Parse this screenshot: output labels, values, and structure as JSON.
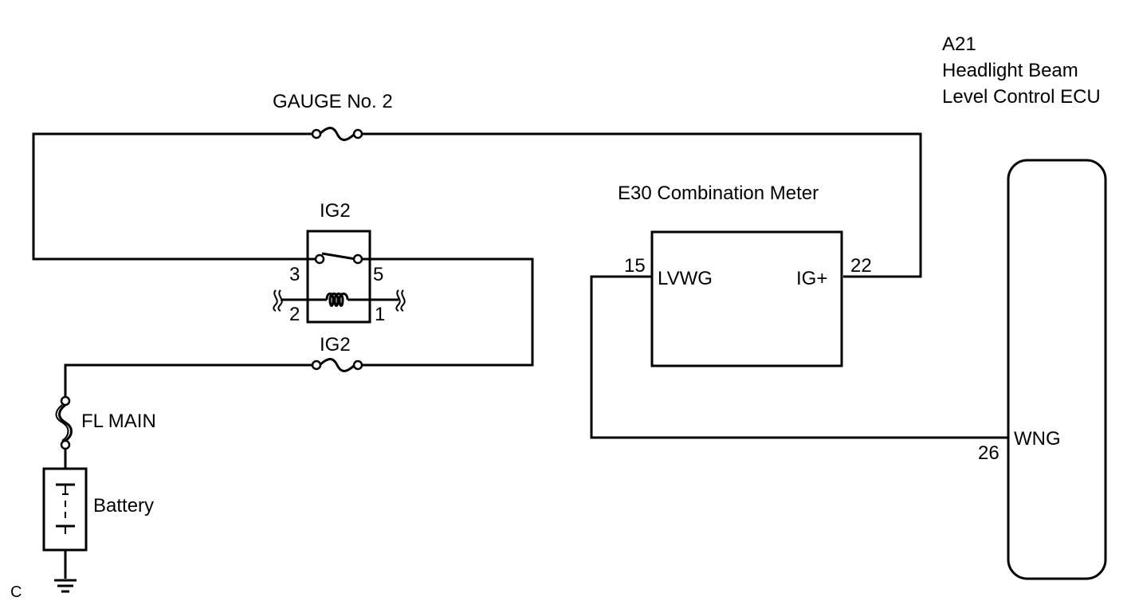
{
  "components": {
    "ecu": {
      "code": "A21",
      "name_line1": "Headlight Beam",
      "name_line2": "Level Control ECU",
      "pin_label": "WNG",
      "pin_number": "26"
    },
    "meter": {
      "title": "E30  Combination Meter",
      "pin_left_label": "LVWG",
      "pin_left_number": "15",
      "pin_right_label": "IG+",
      "pin_right_number": "22"
    },
    "relay": {
      "label": "IG2",
      "pin_3": "3",
      "pin_5": "5",
      "pin_2": "2",
      "pin_1": "1"
    },
    "fuses": {
      "gauge": "GAUGE No. 2",
      "ig2": "IG2",
      "fl_main": "FL MAIN"
    },
    "battery": {
      "label": "Battery"
    },
    "corner_code": "C"
  }
}
